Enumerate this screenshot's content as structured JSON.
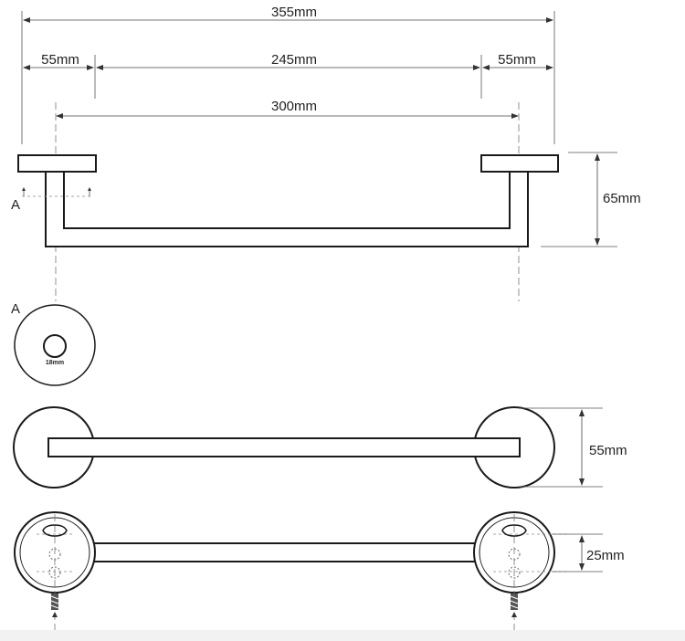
{
  "dimensions": {
    "overall_width": "355mm",
    "left_base": "55mm",
    "span": "245mm",
    "right_base": "55mm",
    "center_distance": "300mm",
    "projection": "65mm",
    "base_diameter": "55mm",
    "mount_height": "25mm",
    "tube_diameter": "18mm"
  },
  "labels": {
    "section_marker": "A",
    "section_title": "A"
  }
}
